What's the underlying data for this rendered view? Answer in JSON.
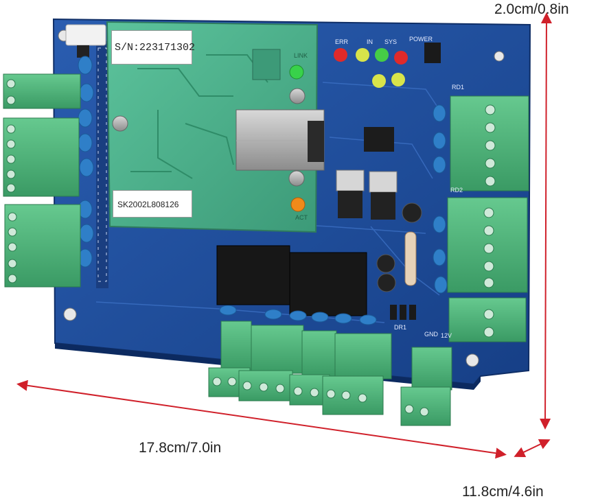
{
  "dimensions": {
    "height": "2.0cm/0.8in",
    "length": "17.8cm/7.0in",
    "depth": "11.8cm/4.6in"
  },
  "labels": {
    "serial": "S/N:223171302",
    "lot": "SK2002L808126"
  },
  "silkscreen": {
    "err": "ERR",
    "in": "IN",
    "sys": "SYS",
    "power": "POWER",
    "link": "LINK",
    "act": "ACT",
    "rd1": "RD1",
    "rd2": "RD2",
    "dr1": "DR1",
    "gnd": "GND",
    "v12": "12V"
  },
  "colors": {
    "pcb": "#1f4f9e",
    "module": "#4fb38f",
    "terminal": "#4cb27a",
    "capacitor": "#2f7fc8",
    "dimension_line": "#d0202a"
  }
}
